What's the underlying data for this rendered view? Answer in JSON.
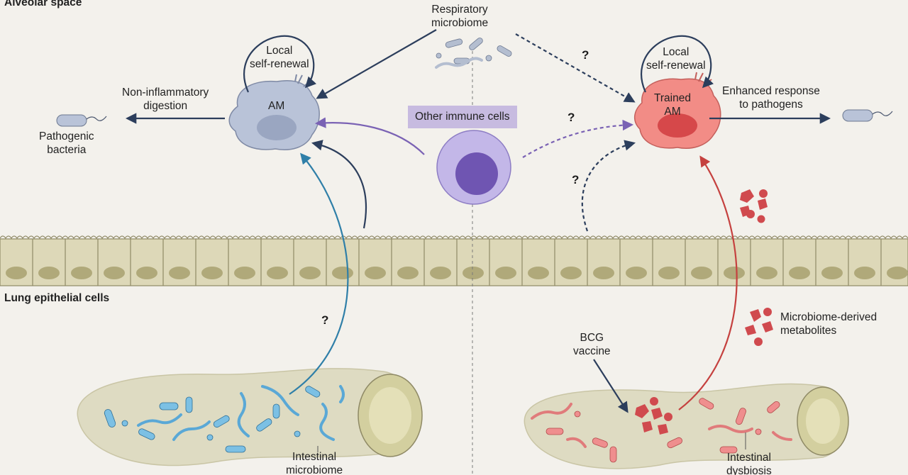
{
  "labels": {
    "alveolar_space": "Alveolar space",
    "respiratory_microbiome": "Respiratory\nmicrobiome",
    "local_self_renewal_left": "Local\nself-renewal",
    "local_self_renewal_right": "Local\nself-renewal",
    "am": "AM",
    "trained_am": "Trained\nAM",
    "non_inflammatory_digestion": "Non-inflammatory\ndigestion",
    "pathogenic_bacteria": "Pathogenic\nbacteria",
    "other_immune_cells": "Other immune cells",
    "enhanced_response": "Enhanced response\nto pathogens",
    "lung_epithelial_cells": "Lung epithelial cells",
    "bcg_vaccine": "BCG\nvaccine",
    "microbiome_metabolites": "Microbiome-derived\nmetabolites",
    "intestinal_microbiome": "Intestinal\nmicrobiome",
    "intestinal_dysbiosis": "Intestinal\ndysbiosis"
  },
  "question_marks": [
    "?",
    "?",
    "?",
    "?"
  ],
  "colors": {
    "background": "#f3f1ec",
    "am_cell": "#b9c3d8",
    "trained_am_cell": "#f28c86",
    "immune_cell": "#a997d6",
    "epithelium": "#ddd8b8",
    "nucleus": "#b0a97a",
    "navy_arrow": "#2c3e5c",
    "blue_arrow": "#2f7fa8",
    "red_arrow": "#c5413f",
    "purple_arrow": "#7a62b4",
    "commensal_bacteria": "#7cc0e4",
    "dysbiotic_bacteria": "#ef8e8e",
    "metabolite": "#d04a4e"
  },
  "icons": [
    "bacterium-icon",
    "epithelial-cell-icon",
    "macrophage-icon",
    "lymphocyte-icon",
    "metabolite-icon",
    "intestine-icon"
  ]
}
